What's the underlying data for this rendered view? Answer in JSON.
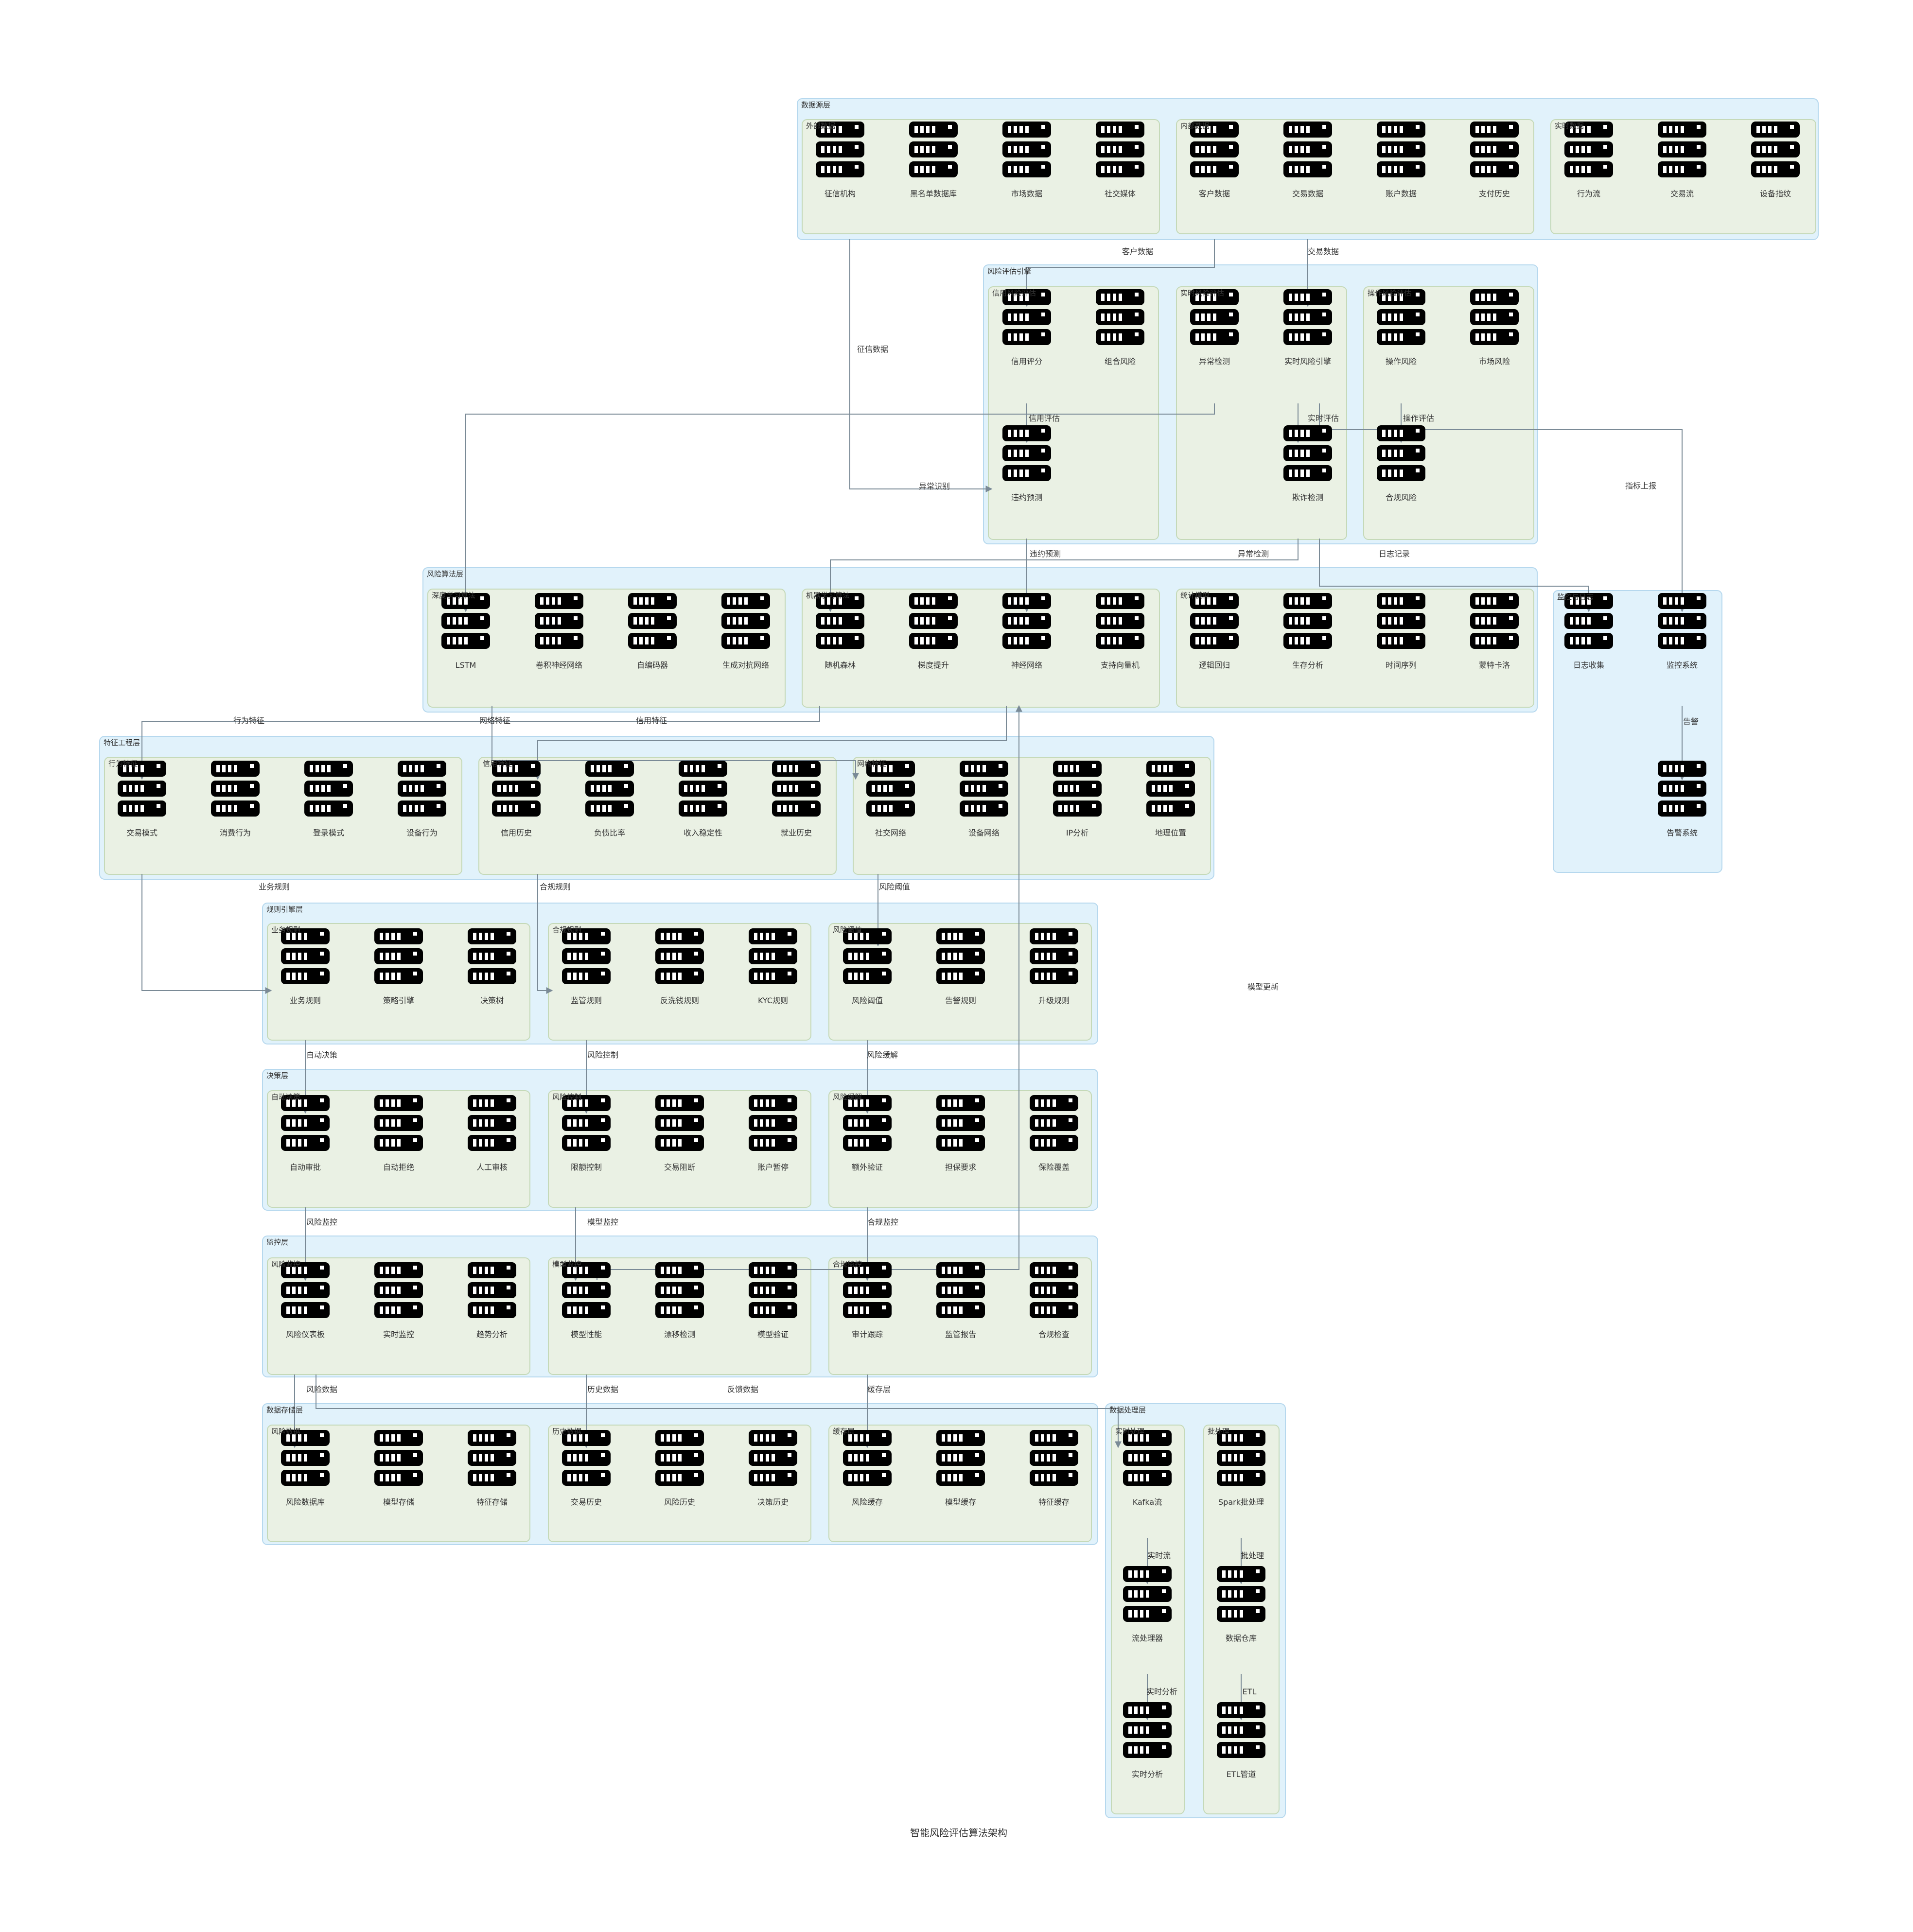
{
  "title": "智能风险评估算法架构",
  "colors": {
    "layer_fill": "#e1f2fb",
    "layer_stroke": "#b6d8ee",
    "group_fill": "#eaf1e4",
    "group_stroke": "#c5d9b8",
    "edge": "#7a8a96",
    "text": "#333333",
    "icon": "#000000"
  },
  "node_icon": "server-rack-icon",
  "layers": [
    {
      "id": "L1",
      "label": "数据源层",
      "groups": [
        {
          "id": "g1",
          "label": "外部数据",
          "nodes": [
            {
              "id": "n1",
              "label": "征信机构"
            },
            {
              "id": "n2",
              "label": "黑名单数据库"
            },
            {
              "id": "n3",
              "label": "市场数据"
            },
            {
              "id": "n4",
              "label": "社交媒体"
            }
          ]
        },
        {
          "id": "g2",
          "label": "内部数据",
          "nodes": [
            {
              "id": "n5",
              "label": "客户数据"
            },
            {
              "id": "n6",
              "label": "交易数据"
            },
            {
              "id": "n7",
              "label": "账户数据"
            },
            {
              "id": "n8",
              "label": "支付历史"
            }
          ]
        },
        {
          "id": "g3",
          "label": "实时数据",
          "nodes": [
            {
              "id": "n9",
              "label": "行为流"
            },
            {
              "id": "n10",
              "label": "交易流"
            },
            {
              "id": "n11",
              "label": "设备指纹"
            }
          ]
        }
      ]
    },
    {
      "id": "L2",
      "label": "风险评估引擎",
      "groups": [
        {
          "id": "g4",
          "label": "信用风险评估",
          "nodes": [
            {
              "id": "n12",
              "label": "信用评分"
            },
            {
              "id": "n13",
              "label": "组合风险"
            },
            {
              "id": "n14",
              "label": "违约预测"
            }
          ]
        },
        {
          "id": "g5",
          "label": "实时风险评估",
          "nodes": [
            {
              "id": "n15",
              "label": "异常检测"
            },
            {
              "id": "n16",
              "label": "实时风险引擎"
            },
            {
              "id": "n17",
              "label": "欺诈检测"
            }
          ]
        },
        {
          "id": "g6",
          "label": "操作风险评估",
          "nodes": [
            {
              "id": "n18",
              "label": "操作风险"
            },
            {
              "id": "n19",
              "label": "市场风险"
            },
            {
              "id": "n20",
              "label": "合规风险"
            }
          ]
        }
      ]
    },
    {
      "id": "L3",
      "label": "风险算法层",
      "groups": [
        {
          "id": "g7",
          "label": "深度学习算法",
          "nodes": [
            {
              "id": "n21",
              "label": "LSTM"
            },
            {
              "id": "n22",
              "label": "卷积神经网络"
            },
            {
              "id": "n23",
              "label": "自编码器"
            },
            {
              "id": "n24",
              "label": "生成对抗网络"
            }
          ]
        },
        {
          "id": "g8",
          "label": "机器学习算法",
          "nodes": [
            {
              "id": "n25",
              "label": "随机森林"
            },
            {
              "id": "n26",
              "label": "梯度提升"
            },
            {
              "id": "n27",
              "label": "神经网络"
            },
            {
              "id": "n28",
              "label": "支持向量机"
            }
          ]
        },
        {
          "id": "g9",
          "label": "统计模型",
          "nodes": [
            {
              "id": "n29",
              "label": "逻辑回归"
            },
            {
              "id": "n30",
              "label": "生存分析"
            },
            {
              "id": "n31",
              "label": "时间序列"
            },
            {
              "id": "n32",
              "label": "蒙特卡洛"
            }
          ]
        }
      ]
    },
    {
      "id": "L4",
      "label": "监控与日志",
      "groups": [],
      "nodes": [
        {
          "id": "n33",
          "label": "日志收集"
        },
        {
          "id": "n34",
          "label": "监控系统"
        },
        {
          "id": "n35",
          "label": "告警系统"
        }
      ]
    },
    {
      "id": "L5",
      "label": "特征工程层",
      "groups": [
        {
          "id": "g10",
          "label": "行为特征",
          "nodes": [
            {
              "id": "n36",
              "label": "交易模式"
            },
            {
              "id": "n37",
              "label": "消费行为"
            },
            {
              "id": "n38",
              "label": "登录模式"
            },
            {
              "id": "n39",
              "label": "设备行为"
            }
          ]
        },
        {
          "id": "g11",
          "label": "信用特征",
          "nodes": [
            {
              "id": "n40",
              "label": "信用历史"
            },
            {
              "id": "n41",
              "label": "负债比率"
            },
            {
              "id": "n42",
              "label": "收入稳定性"
            },
            {
              "id": "n43",
              "label": "就业历史"
            }
          ]
        },
        {
          "id": "g12",
          "label": "网络特征",
          "nodes": [
            {
              "id": "n44",
              "label": "社交网络"
            },
            {
              "id": "n45",
              "label": "设备网络"
            },
            {
              "id": "n46",
              "label": "IP分析"
            },
            {
              "id": "n47",
              "label": "地理位置"
            }
          ]
        }
      ]
    },
    {
      "id": "L6",
      "label": "规则引擎层",
      "groups": [
        {
          "id": "g13",
          "label": "业务规则",
          "nodes": [
            {
              "id": "n48",
              "label": "业务规则"
            },
            {
              "id": "n49",
              "label": "策略引擎"
            },
            {
              "id": "n50",
              "label": "决策树"
            }
          ]
        },
        {
          "id": "g14",
          "label": "合规规则",
          "nodes": [
            {
              "id": "n51",
              "label": "监管规则"
            },
            {
              "id": "n52",
              "label": "反洗钱规则"
            },
            {
              "id": "n53",
              "label": "KYC规则"
            }
          ]
        },
        {
          "id": "g15",
          "label": "风险阈值",
          "nodes": [
            {
              "id": "n54",
              "label": "风险阈值"
            },
            {
              "id": "n55",
              "label": "告警规则"
            },
            {
              "id": "n56",
              "label": "升级规则"
            }
          ]
        }
      ]
    },
    {
      "id": "L7",
      "label": "决策层",
      "groups": [
        {
          "id": "g16",
          "label": "自动决策",
          "nodes": [
            {
              "id": "n57",
              "label": "自动审批"
            },
            {
              "id": "n58",
              "label": "自动拒绝"
            },
            {
              "id": "n59",
              "label": "人工审核"
            }
          ]
        },
        {
          "id": "g17",
          "label": "风险控制",
          "nodes": [
            {
              "id": "n60",
              "label": "限额控制"
            },
            {
              "id": "n61",
              "label": "交易阻断"
            },
            {
              "id": "n62",
              "label": "账户暂停"
            }
          ]
        },
        {
          "id": "g18",
          "label": "风险缓解",
          "nodes": [
            {
              "id": "n63",
              "label": "额外验证"
            },
            {
              "id": "n64",
              "label": "担保要求"
            },
            {
              "id": "n65",
              "label": "保险覆盖"
            }
          ]
        }
      ]
    },
    {
      "id": "L8",
      "label": "监控层",
      "groups": [
        {
          "id": "g19",
          "label": "风险监控",
          "nodes": [
            {
              "id": "n66",
              "label": "风险仪表板"
            },
            {
              "id": "n67",
              "label": "实时监控"
            },
            {
              "id": "n68",
              "label": "趋势分析"
            }
          ]
        },
        {
          "id": "g20",
          "label": "模型监控",
          "nodes": [
            {
              "id": "n69",
              "label": "模型性能"
            },
            {
              "id": "n70",
              "label": "漂移检测"
            },
            {
              "id": "n71",
              "label": "模型验证"
            }
          ]
        },
        {
          "id": "g21",
          "label": "合规监控",
          "nodes": [
            {
              "id": "n72",
              "label": "审计跟踪"
            },
            {
              "id": "n73",
              "label": "监管报告"
            },
            {
              "id": "n74",
              "label": "合规检查"
            }
          ]
        }
      ]
    },
    {
      "id": "L9",
      "label": "数据存储层",
      "groups": [
        {
          "id": "g22",
          "label": "风险数据",
          "nodes": [
            {
              "id": "n75",
              "label": "风险数据库"
            },
            {
              "id": "n76",
              "label": "模型存储"
            },
            {
              "id": "n77",
              "label": "特征存储"
            }
          ]
        },
        {
          "id": "g23",
          "label": "历史数据",
          "nodes": [
            {
              "id": "n78",
              "label": "交易历史"
            },
            {
              "id": "n79",
              "label": "风险历史"
            },
            {
              "id": "n80",
              "label": "决策历史"
            }
          ]
        },
        {
          "id": "g24",
          "label": "缓存层",
          "nodes": [
            {
              "id": "n81",
              "label": "风险缓存"
            },
            {
              "id": "n82",
              "label": "模型缓存"
            },
            {
              "id": "n83",
              "label": "特征缓存"
            }
          ]
        }
      ]
    },
    {
      "id": "L10",
      "label": "数据处理层",
      "groups": [
        {
          "id": "g25",
          "label": "实时处理",
          "nodes": [
            {
              "id": "n84",
              "label": "Kafka流"
            },
            {
              "id": "n85",
              "label": "流处理器"
            },
            {
              "id": "n86",
              "label": "实时分析"
            }
          ]
        },
        {
          "id": "g26",
          "label": "批处理",
          "nodes": [
            {
              "id": "n87",
              "label": "Spark批处理"
            },
            {
              "id": "n88",
              "label": "数据仓库"
            },
            {
              "id": "n89",
              "label": "ETL管道"
            }
          ]
        }
      ]
    }
  ],
  "edges": [
    {
      "id": "e1",
      "label": "客户数据"
    },
    {
      "id": "e2",
      "label": "交易数据"
    },
    {
      "id": "e3",
      "label": "征信数据"
    },
    {
      "id": "e4",
      "label": "信用评估"
    },
    {
      "id": "e5",
      "label": "实时评估"
    },
    {
      "id": "e6",
      "label": "操作评估"
    },
    {
      "id": "e7",
      "label": "异常识别"
    },
    {
      "id": "e8",
      "label": "指标上报"
    },
    {
      "id": "e9",
      "label": "违约预测"
    },
    {
      "id": "e10",
      "label": "异常检测"
    },
    {
      "id": "e11",
      "label": "日志记录"
    },
    {
      "id": "e12",
      "label": "告警"
    },
    {
      "id": "e13",
      "label": "行为特征"
    },
    {
      "id": "e14",
      "label": "网络特征"
    },
    {
      "id": "e15",
      "label": "信用特征"
    },
    {
      "id": "e16",
      "label": "业务规则"
    },
    {
      "id": "e17",
      "label": "合规规则"
    },
    {
      "id": "e18",
      "label": "风险阈值"
    },
    {
      "id": "e19",
      "label": "模型更新"
    },
    {
      "id": "e20",
      "label": "自动决策"
    },
    {
      "id": "e21",
      "label": "风险控制"
    },
    {
      "id": "e22",
      "label": "风险缓解"
    },
    {
      "id": "e23",
      "label": "风险监控"
    },
    {
      "id": "e24",
      "label": "模型监控"
    },
    {
      "id": "e25",
      "label": "合规监控"
    },
    {
      "id": "e26",
      "label": "风险数据"
    },
    {
      "id": "e27",
      "label": "历史数据"
    },
    {
      "id": "e28",
      "label": "反馈数据"
    },
    {
      "id": "e29",
      "label": "缓存层"
    },
    {
      "id": "e30",
      "label": "实时流"
    },
    {
      "id": "e31",
      "label": "实时分析"
    },
    {
      "id": "e32",
      "label": "批处理"
    },
    {
      "id": "e33",
      "label": "ETL"
    }
  ]
}
